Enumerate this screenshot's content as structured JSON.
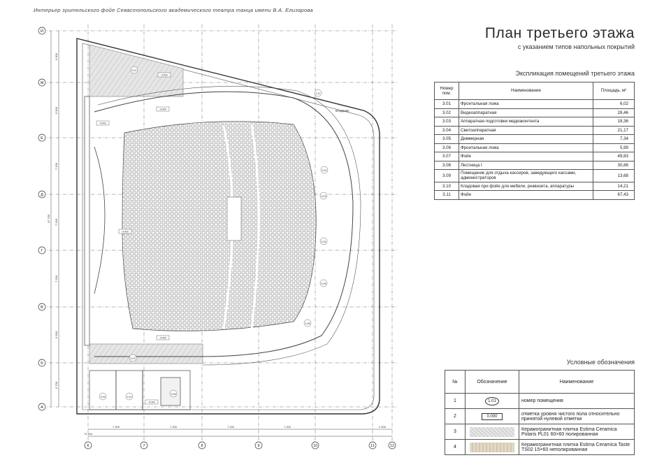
{
  "header_note": "Интерьер зрительского фойе Севастопольского академического театра танца имени В.А. Елизарова",
  "title": "План третьего этажа",
  "subtitle": "с указанием типов напольных покрытий",
  "explication": {
    "title": "Экспликация помещений третьего этажа",
    "headers": {
      "number": "Номер пом.",
      "name": "Наименование",
      "area": "Площадь, м²"
    },
    "rows": [
      {
        "number": "3.01",
        "name": "Фронтальная ложа",
        "area": "6,02"
      },
      {
        "number": "3.02",
        "name": "Видеоаппаратная",
        "area": "28,46"
      },
      {
        "number": "3.03",
        "name": "Аппаратная подготовки медиаконтента",
        "area": "18,36"
      },
      {
        "number": "3.04",
        "name": "Светоаппаратная",
        "area": "21,17"
      },
      {
        "number": "3.05",
        "name": "Диммерная",
        "area": "7,34"
      },
      {
        "number": "3.06",
        "name": "Фронтальная ложа",
        "area": "5,99"
      },
      {
        "number": "3.07",
        "name": "Фойе",
        "area": "49,83"
      },
      {
        "number": "3.08",
        "name": "Лестница I",
        "area": "30,86"
      },
      {
        "number": "3.09",
        "name": "Помещение для отдыха кассиров, заведующего кассами, администраторов",
        "area": "13,68"
      },
      {
        "number": "3.10",
        "name": "Кладовая при фойе для мебели, реквизита, аппаратуры",
        "area": "14,21"
      },
      {
        "number": "3.11",
        "name": "Фойе",
        "area": "67,43"
      }
    ]
  },
  "legend": {
    "title": "Условные обозначения",
    "headers": {
      "n": "№",
      "symbol": "Обозначение",
      "name": "Наименование"
    },
    "rows": [
      {
        "n": "1",
        "symbol_text": "1.01",
        "symbol_type": "circle",
        "name": "номер помещения"
      },
      {
        "n": "2",
        "symbol_text": "0.000",
        "symbol_type": "box",
        "name": "отметка уровня чистого пола относительно принятой нулевой отметки"
      },
      {
        "n": "3",
        "symbol_text": "",
        "symbol_type": "hatch-marble",
        "name": "Керамогранитная плитка Estima Ceramica Polaris PL01 60×60 полированная"
      },
      {
        "n": "4",
        "symbol_text": "",
        "symbol_type": "hatch-wood",
        "name": "Керамогранитная плитка Estima Ceramica Taste TS02 15×60 неполированная"
      }
    ]
  },
  "plan": {
    "row_axes": [
      "И",
      "Ж",
      "Е",
      "Д",
      "Г",
      "В",
      "Б",
      "А"
    ],
    "col_axes": [
      "6",
      "7",
      "8",
      "9",
      "10",
      "11",
      "12"
    ],
    "row_dims": [
      "6 900",
      "5 900",
      "7 200",
      "7 200",
      "7 200",
      "5 900",
      "5 700"
    ],
    "col_dims": [
      "7 200",
      "7 200",
      "7 200",
      "7 200",
      "2 400"
    ],
    "total_width": "74 100",
    "total_height": "47 700",
    "room_label": "Вторфойе",
    "room_tags": [
      "3.01",
      "3.02",
      "3.03",
      "3.04",
      "3.05",
      "3.06",
      "3.07",
      "3.08",
      "3.09",
      "3.10",
      "3.11"
    ],
    "level_marks": [
      "+6.400",
      "+6.400",
      "+6.400",
      "+6.400",
      "+6.400",
      "+6.400"
    ]
  },
  "colors": {
    "line": "#333333",
    "hatch_marble": "#d8d8d8",
    "hatch_wood": "#d9cfba",
    "axis_circle": "#333333"
  }
}
